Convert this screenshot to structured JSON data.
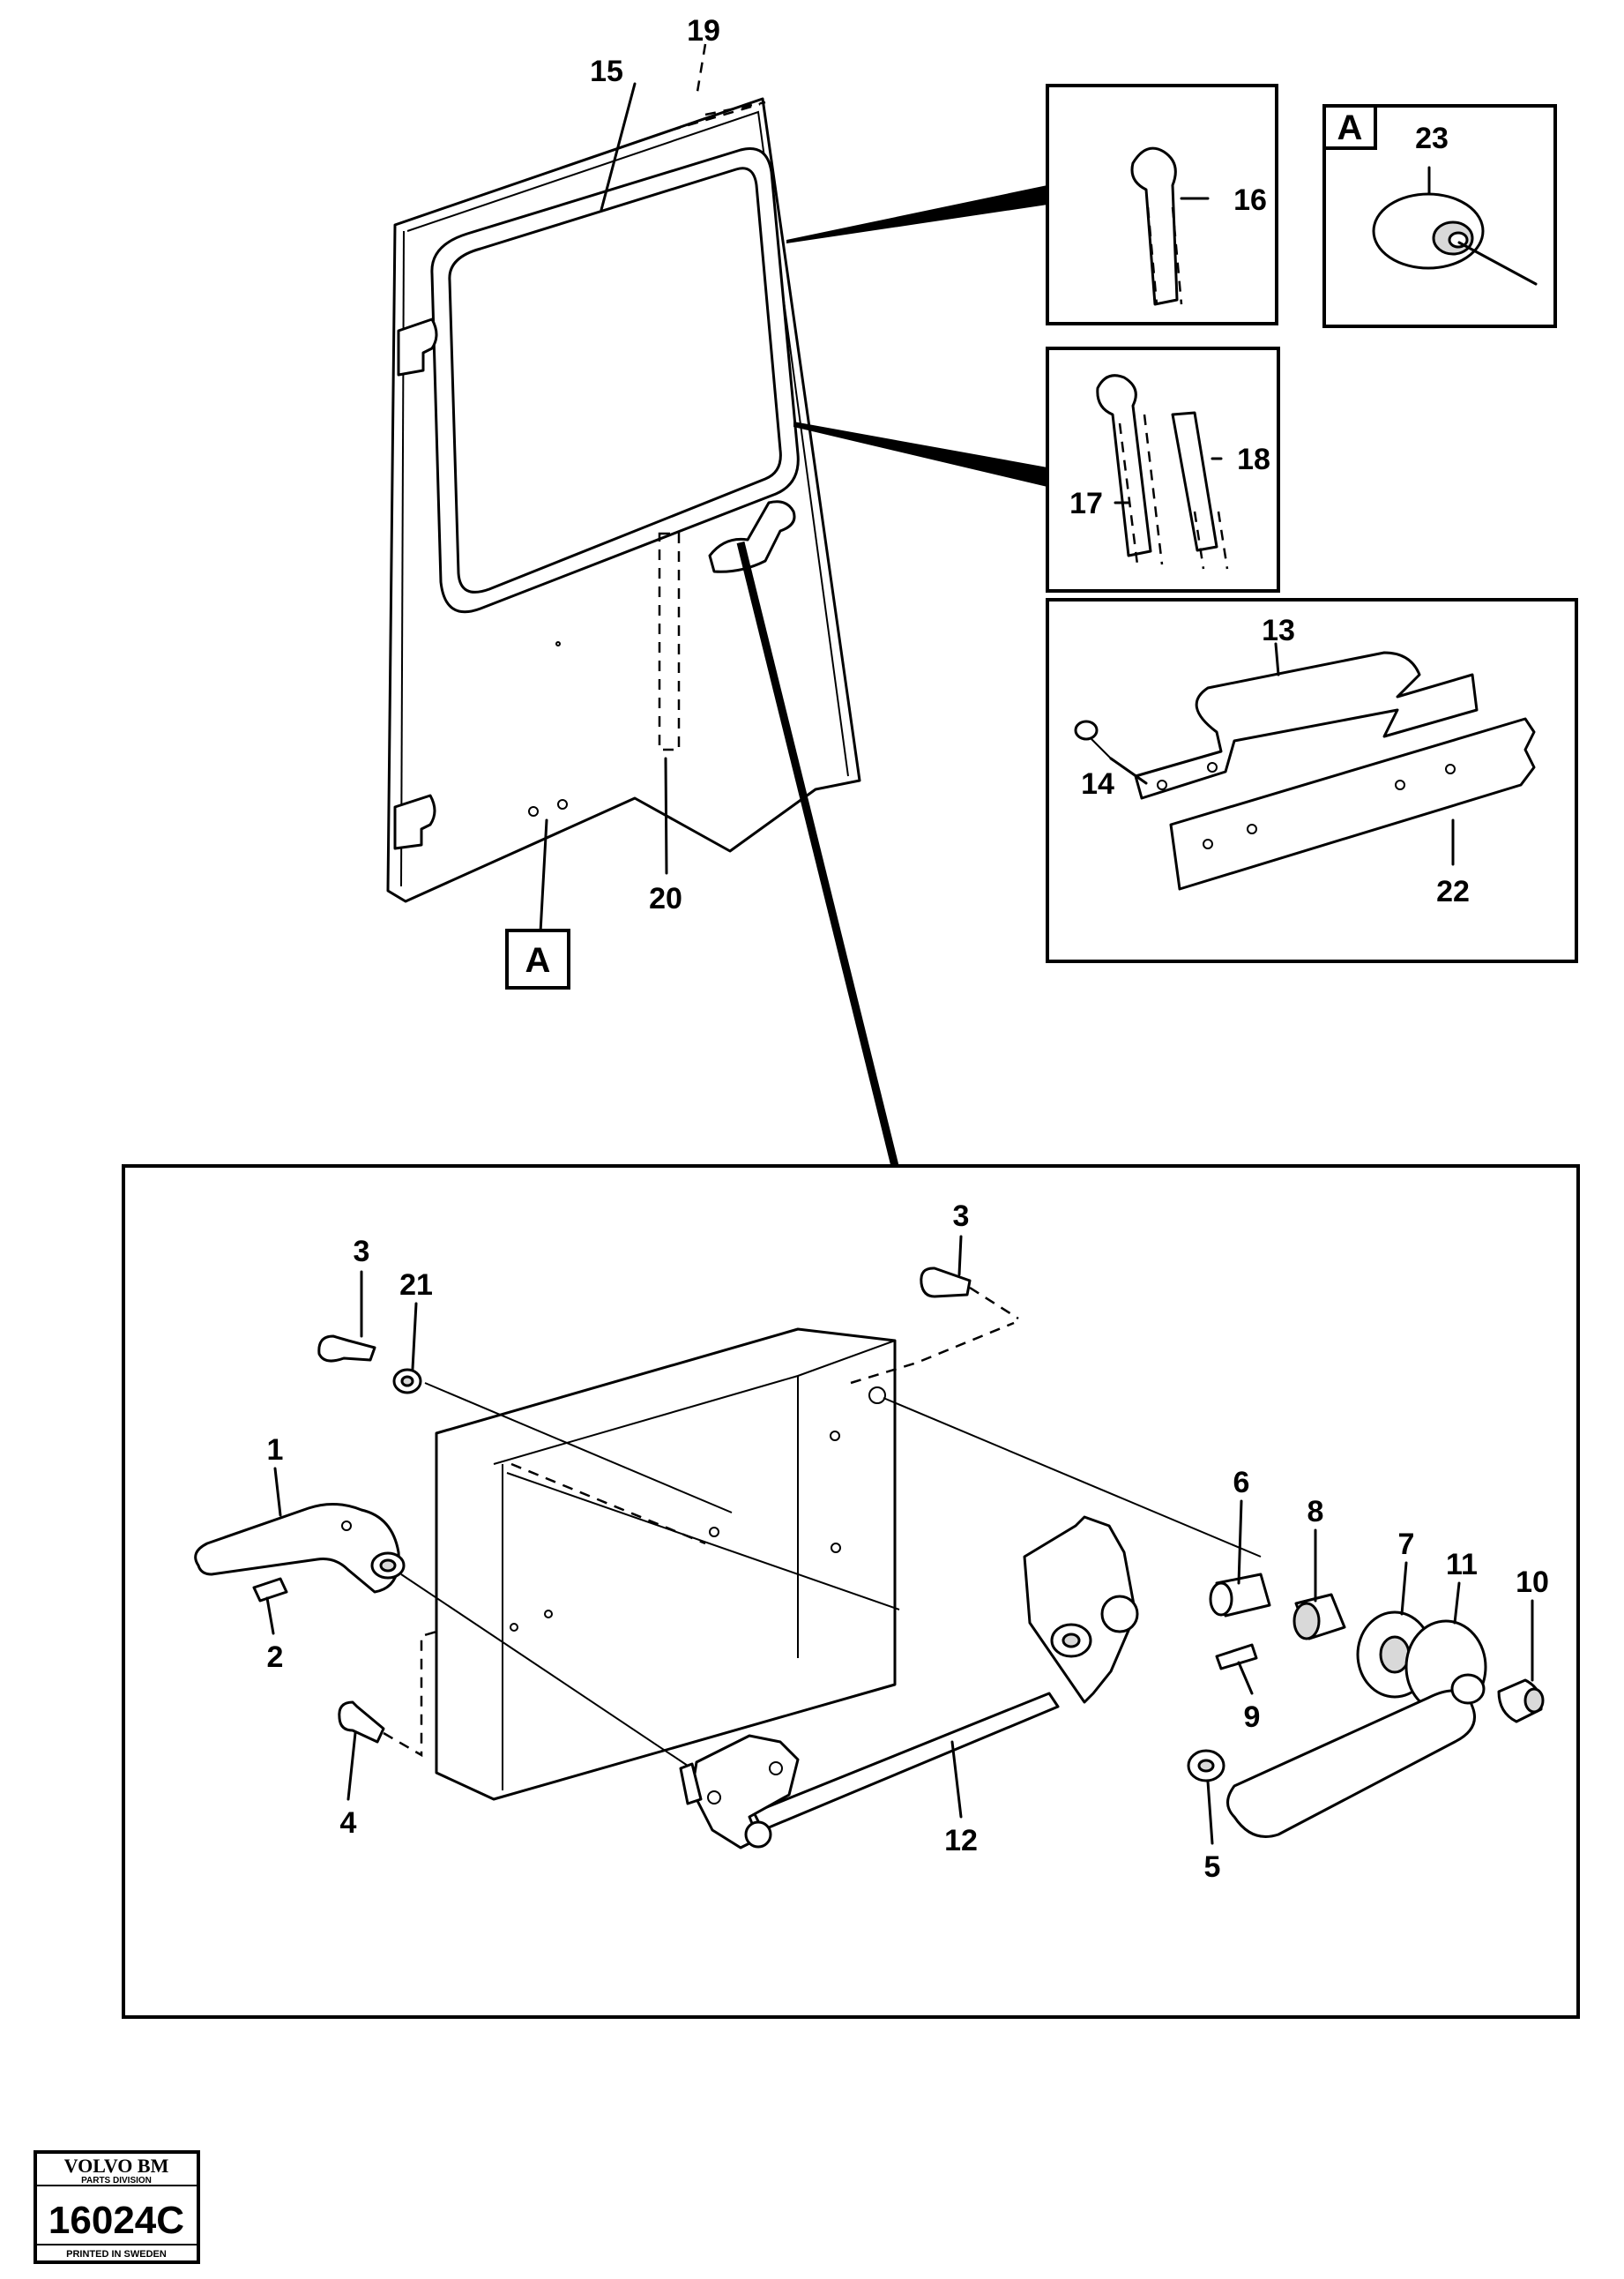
{
  "callouts": {
    "n1": "1",
    "n2": "2",
    "n3a": "3",
    "n3b": "3",
    "n4": "4",
    "n5": "5",
    "n6": "6",
    "n7": "7",
    "n8": "8",
    "n9": "9",
    "n10": "10",
    "n11": "11",
    "n12": "12",
    "n13": "13",
    "n14": "14",
    "n15": "15",
    "n16": "16",
    "n17": "17",
    "n18": "18",
    "n19": "19",
    "n20": "20",
    "n21": "21",
    "n22": "22",
    "n23": "23"
  },
  "detail_ref": {
    "door_marker": "A",
    "inset_marker": "A"
  },
  "stamp": {
    "brand": "VOLVO BM",
    "division": "PARTS DIVISION",
    "code": "16024C",
    "printed": "PRINTED IN SWEDEN"
  }
}
